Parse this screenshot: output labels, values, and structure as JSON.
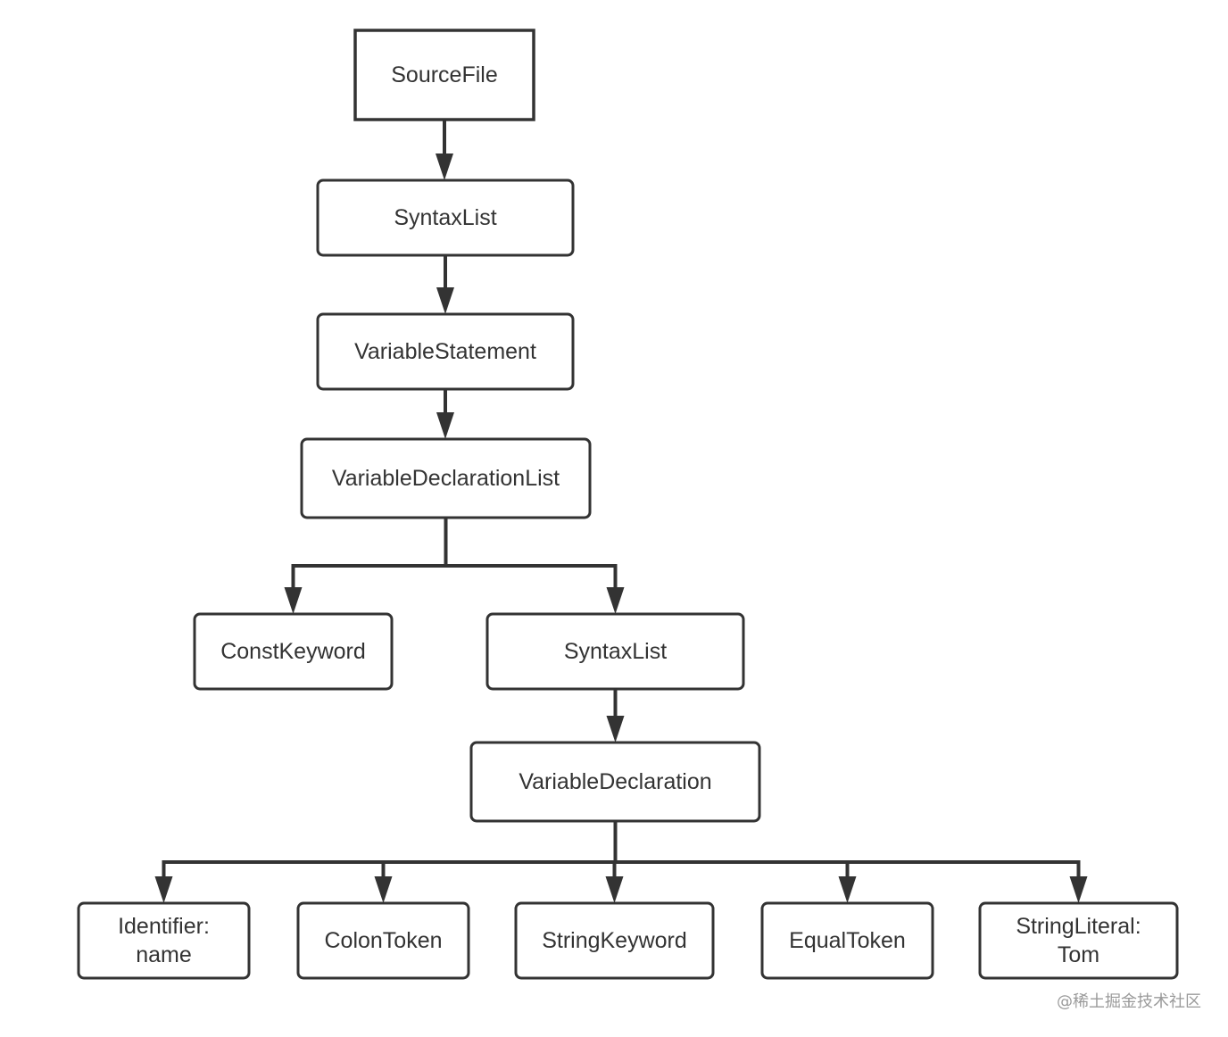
{
  "nodes": {
    "source_file": {
      "lines": [
        "SourceFile"
      ]
    },
    "syntax_list_1": {
      "lines": [
        "SyntaxList"
      ]
    },
    "variable_statement": {
      "lines": [
        "VariableStatement"
      ]
    },
    "variable_declaration_list": {
      "lines": [
        "VariableDeclarationList"
      ]
    },
    "const_keyword": {
      "lines": [
        "ConstKeyword"
      ]
    },
    "syntax_list_2": {
      "lines": [
        "SyntaxList"
      ]
    },
    "variable_declaration": {
      "lines": [
        "VariableDeclaration"
      ]
    },
    "identifier": {
      "lines": [
        "Identifier:",
        "name"
      ]
    },
    "colon_token": {
      "lines": [
        "ColonToken"
      ]
    },
    "string_keyword": {
      "lines": [
        "StringKeyword"
      ]
    },
    "equal_token": {
      "lines": [
        "EqualToken"
      ]
    },
    "string_literal": {
      "lines": [
        "StringLiteral:",
        "Tom"
      ]
    }
  },
  "edges": [
    [
      "source_file",
      "syntax_list_1"
    ],
    [
      "syntax_list_1",
      "variable_statement"
    ],
    [
      "variable_statement",
      "variable_declaration_list"
    ],
    [
      "variable_declaration_list",
      "const_keyword"
    ],
    [
      "variable_declaration_list",
      "syntax_list_2"
    ],
    [
      "syntax_list_2",
      "variable_declaration"
    ],
    [
      "variable_declaration",
      "identifier"
    ],
    [
      "variable_declaration",
      "colon_token"
    ],
    [
      "variable_declaration",
      "string_keyword"
    ],
    [
      "variable_declaration",
      "equal_token"
    ],
    [
      "variable_declaration",
      "string_literal"
    ]
  ],
  "watermark": "@稀土掘金技术社区",
  "colors": {
    "stroke": "#333333",
    "text": "#333333",
    "watermark": "#9a9a9a",
    "background": "#ffffff"
  }
}
